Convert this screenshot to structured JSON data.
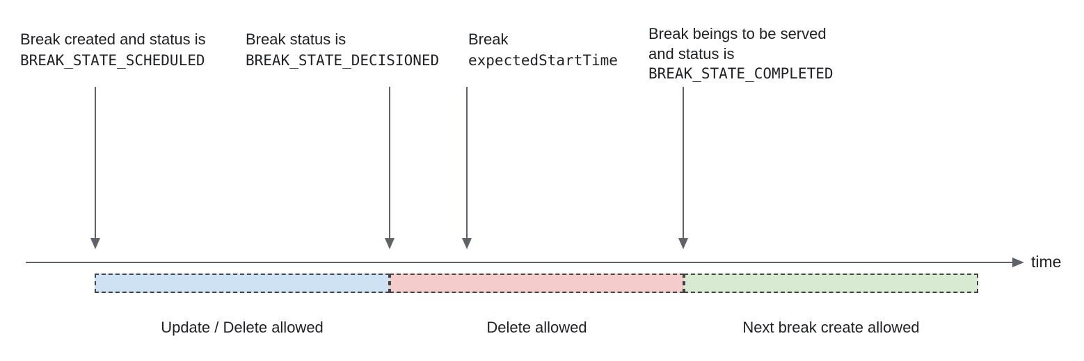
{
  "annotations": [
    {
      "line1": "Break created and status is",
      "code": "BREAK_STATE_SCHEDULED"
    },
    {
      "line1": "Break status is",
      "code": "BREAK_STATE_DECISIONED"
    },
    {
      "line1": "Break",
      "code": "expectedStartTime"
    },
    {
      "line1": "Break beings to be served",
      "line2": "and status is",
      "code": "BREAK_STATE_COMPLETED"
    }
  ],
  "timeline": {
    "axis_label": "time"
  },
  "segments": [
    {
      "label": "Update / Delete allowed",
      "fill": "#cfe2f3"
    },
    {
      "label": "Delete allowed",
      "fill": "#f4cccc"
    },
    {
      "label": "Next break create allowed",
      "fill": "#d9ead3"
    }
  ],
  "colors": {
    "segment_border": "#434343",
    "arrow": "#5f6368",
    "text": "#202124"
  }
}
